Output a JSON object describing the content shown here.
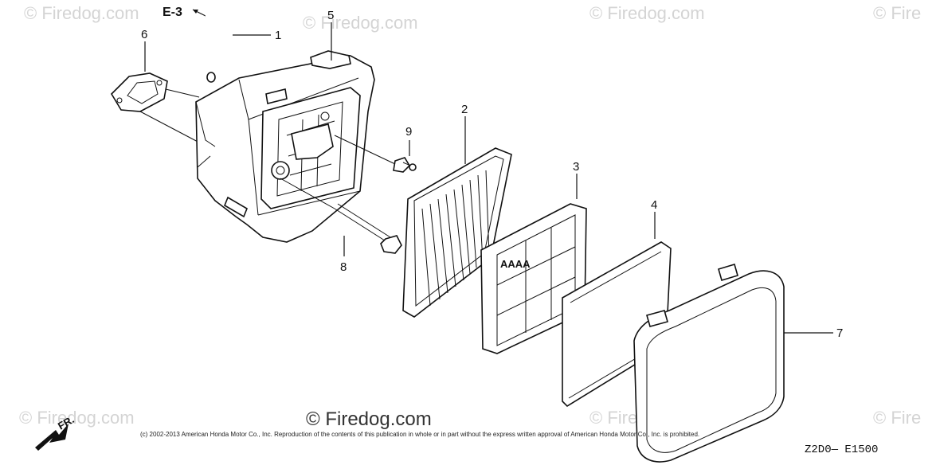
{
  "watermarks": {
    "text": "© Firedog.com",
    "partial": "© Fire",
    "main": "© Firedog.com"
  },
  "callouts": [
    {
      "id": "1",
      "label": "1"
    },
    {
      "id": "2",
      "label": "2"
    },
    {
      "id": "3",
      "label": "3"
    },
    {
      "id": "4",
      "label": "4"
    },
    {
      "id": "5",
      "label": "5"
    },
    {
      "id": "6",
      "label": "6"
    },
    {
      "id": "7",
      "label": "7"
    },
    {
      "id": "8",
      "label": "8"
    },
    {
      "id": "9",
      "label": "9"
    }
  ],
  "reference_label": "E-3",
  "direction_label": "FR.",
  "filter_text": "AAAA",
  "copyright": "(c) 2002-2013 American Honda Motor Co., Inc. Reproduction of the contents of this publication in whole or in part without the express written approval of American Honda Motor Co., Inc. is prohibited.",
  "diagram_code": "Z2D0— E1500",
  "colors": {
    "line": "#111111",
    "watermark": "#d4d4d4",
    "background": "#ffffff"
  }
}
